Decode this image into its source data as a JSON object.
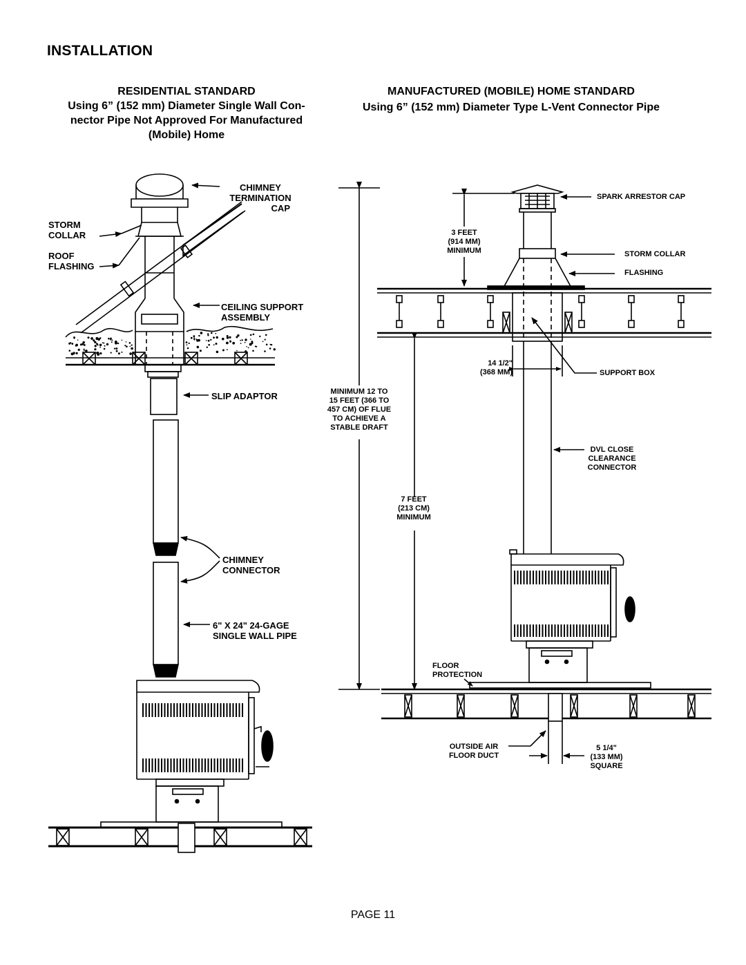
{
  "page": {
    "heading": "INSTALLATION",
    "page_number": "PAGE 11"
  },
  "residential": {
    "title": "RESIDENTIAL STANDARD",
    "subtitle_lines": [
      "Using 6” (152 mm) Diameter Single Wall Con-",
      "nector Pipe Not Approved For Manufactured",
      "(Mobile) Home"
    ],
    "labels": {
      "chimney_cap": [
        "CHIMNEY",
        "TERMINATION",
        "CAP"
      ],
      "storm_collar": [
        "STORM",
        "COLLAR"
      ],
      "roof_flashing": [
        "ROOF",
        "FLASHING"
      ],
      "ceiling_support": [
        "CEILING SUPPORT",
        "ASSEMBLY"
      ],
      "slip_adaptor": "SLIP ADAPTOR",
      "chimney_connector": [
        "CHIMNEY",
        "CONNECTOR"
      ],
      "single_wall_pipe": [
        "6\" X 24\" 24-GAGE",
        "SINGLE WALL PIPE"
      ]
    }
  },
  "manufactured": {
    "title": "MANUFACTURED (MOBILE) HOME STANDARD",
    "subtitle": "Using 6” (152 mm) Diameter Type L-Vent Connector Pipe",
    "labels": {
      "spark_arrestor": "SPARK ARRESTOR CAP",
      "storm_collar": "STORM COLLAR",
      "flashing": "FLASHING",
      "three_feet": [
        "3 FEET",
        "(914 MM)",
        "MINIMUM"
      ],
      "fourteen_half": [
        "14 1/2\"",
        "(368 MM)"
      ],
      "support_box": "SUPPORT BOX",
      "min_flue": [
        "MINIMUM 12 TO",
        "15 FEET (366 TO",
        "457 CM) OF FLUE",
        "TO ACHIEVE A",
        "STABLE DRAFT"
      ],
      "dvl": [
        "DVL CLOSE",
        "CLEARANCE",
        "CONNECTOR"
      ],
      "seven_feet": [
        "7 FEET",
        "(213 CM)",
        "MINIMUM"
      ],
      "floor_protection": [
        "FLOOR",
        "PROTECTION"
      ],
      "outside_air": [
        "OUTSIDE AIR",
        "FLOOR DUCT"
      ],
      "duct_size": [
        "5 1/4\"",
        "(133 MM)",
        "SQUARE"
      ]
    }
  }
}
